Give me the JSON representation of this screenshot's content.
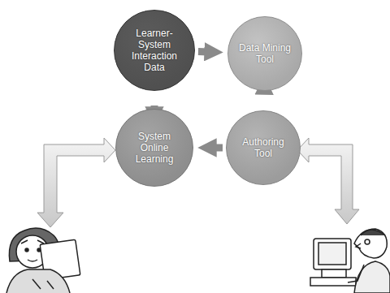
{
  "diagram": {
    "nodes": [
      {
        "text": [
          "Learner-System Interaction Data"
        ]
      },
      {
        "text": [
          "Data Mining Tool"
        ]
      },
      {
        "text": [
          "Authoring Tool"
        ]
      },
      {
        "text": [
          "System Online Learning"
        ]
      }
    ],
    "edges": [
      {
        "from": 0,
        "to": 1,
        "arrow": "to"
      },
      {
        "from": 1,
        "to": 2,
        "arrow": "to"
      },
      {
        "from": 2,
        "to": 3,
        "arrow": "to"
      },
      {
        "from": 3,
        "to": 0,
        "arrow": "to"
      }
    ]
  }
}
